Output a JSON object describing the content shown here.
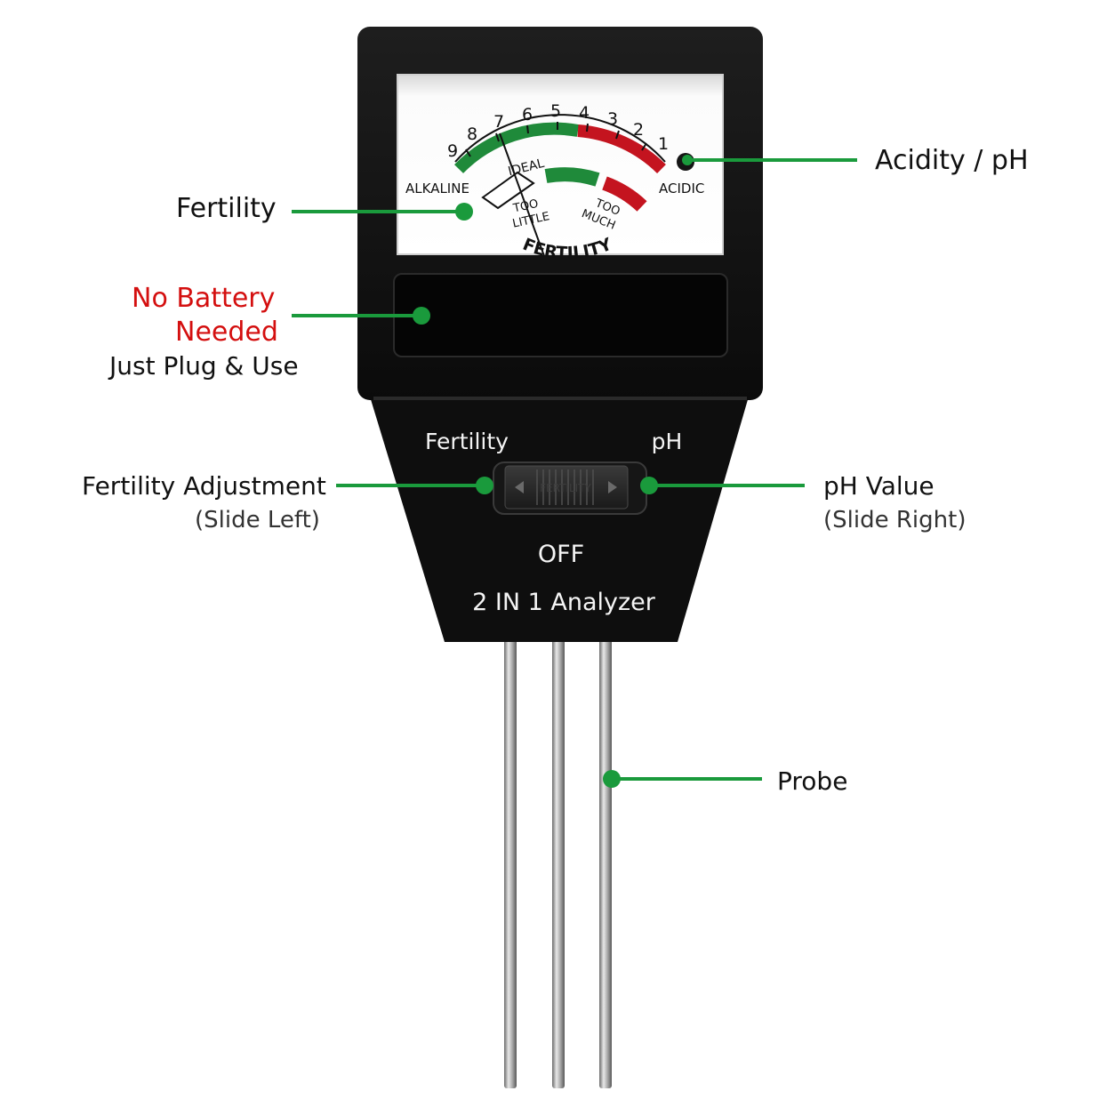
{
  "colors": {
    "callout_line": "#1a9a3c",
    "red_text": "#d40f0f",
    "body": "#111111",
    "meter_green": "#1f8a3a",
    "meter_red": "#c4141f"
  },
  "meter": {
    "ph_scale": [
      "9",
      "8",
      "7",
      "6",
      "5",
      "4",
      "3",
      "2",
      "1"
    ],
    "alkaline": "ALKALINE",
    "acidic": "ACIDIC",
    "ideal": "IDEAL",
    "too_little_line1": "TOO",
    "too_little_line2": "LITTLE",
    "too_much_line1": "TOO",
    "too_much_line2": "MUCH",
    "fertility": "FERTILITY"
  },
  "device": {
    "switch_left_label": "Fertility",
    "switch_right_label": "pH",
    "switch_grip_text": "FERTILITY",
    "off_label": "OFF",
    "model_label": "2 IN 1 Analyzer"
  },
  "callouts": {
    "fertility": "Fertility",
    "acidity": "Acidity / pH",
    "no_battery_line1": "No Battery",
    "no_battery_line2": "Needed",
    "no_battery_line3": "Just Plug & Use",
    "fert_adjust_line1": "Fertility Adjustment",
    "fert_adjust_line2": "(Slide Left)",
    "ph_value_line1": "pH Value",
    "ph_value_line2": "(Slide Right)",
    "probe": "Probe"
  }
}
